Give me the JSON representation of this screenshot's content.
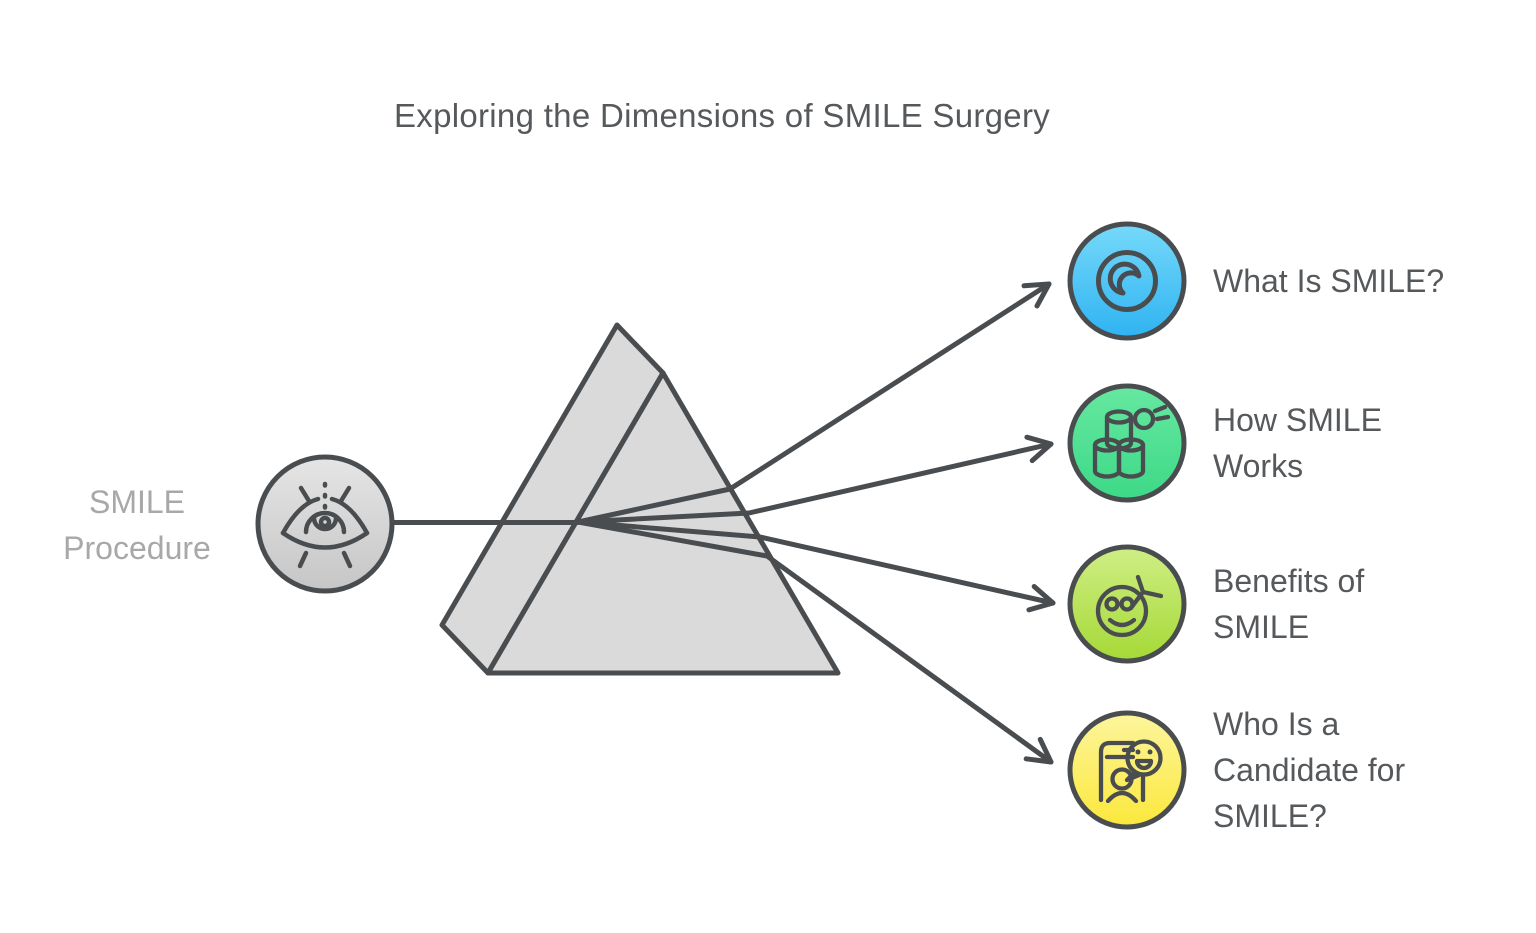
{
  "title": "Exploring the Dimensions of SMILE Surgery",
  "source": {
    "label": "SMILE Procedure",
    "lines": [
      "SMILE",
      "Procedure"
    ],
    "icon": "eye-laser-icon",
    "color_top": "#e5e5e5",
    "color_bottom": "#c6c6c6"
  },
  "branches": [
    {
      "label": "What Is SMILE?",
      "lines": [
        "What Is SMILE?"
      ],
      "icon": "lens-crescent-icon",
      "color_top": "#76d9fa",
      "color_bottom": "#2fb3f1"
    },
    {
      "label": "How SMILE Works",
      "lines": [
        "How SMILE",
        "Works"
      ],
      "icon": "cylinders-ball-icon",
      "color_top": "#66e8a1",
      "color_bottom": "#3dd987"
    },
    {
      "label": "Benefits of SMILE",
      "lines": [
        "Benefits of",
        "SMILE"
      ],
      "icon": "smiley-pen-icon",
      "color_top": "#cfee85",
      "color_bottom": "#a5d936"
    },
    {
      "label": "Who Is a Candidate for SMILE?",
      "lines": [
        "Who Is a",
        "Candidate for",
        "SMILE?"
      ],
      "icon": "candidate-speech-bubble-icon",
      "color_top": "#fdf59d",
      "color_bottom": "#fbe83b"
    }
  ],
  "colors": {
    "line": "#4a4d50",
    "text": "#56595c",
    "muted_text": "#a8a8a8",
    "prism_fill": "#dadada",
    "background": "#ffffff"
  }
}
